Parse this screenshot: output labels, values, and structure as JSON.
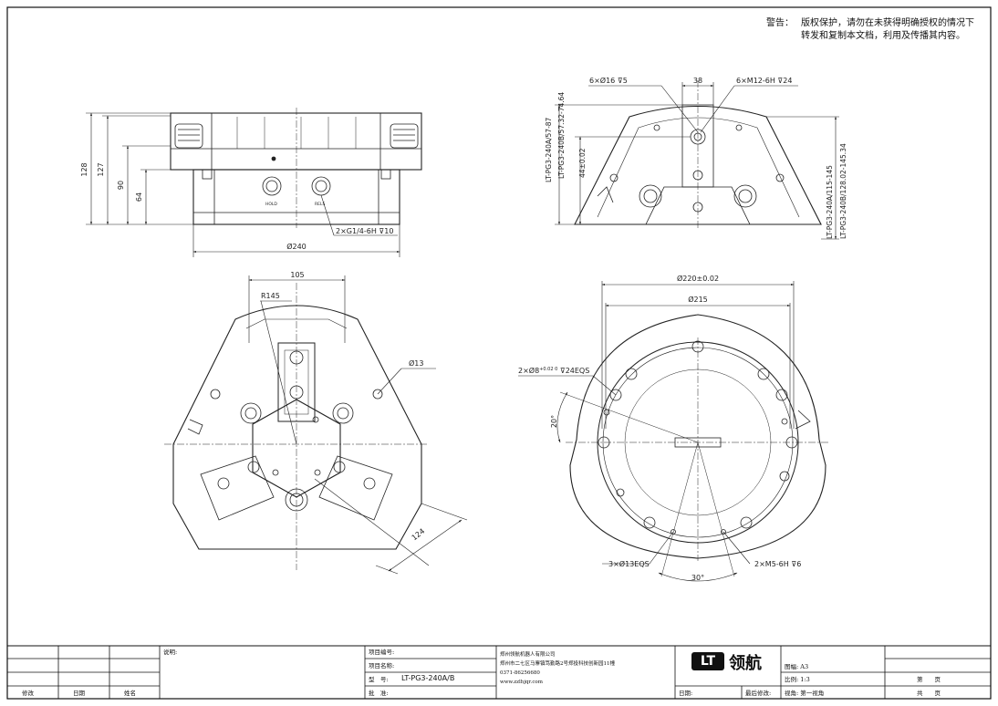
{
  "warning": {
    "label": "警告：",
    "line1": "版权保护，请勿在未获得明确授权的情况下",
    "line2": "转发和复制本文档，利用及传播其内容。"
  },
  "dims": {
    "d128": "128",
    "d127": "127",
    "d90": "90",
    "d64": "64",
    "d240": "Ø240",
    "thread_ports": "2×G1/4-6H",
    "thread_ports_depth": "10",
    "port_a": "HOLD",
    "port_b": "RELS",
    "holes_6x16": "6×Ø16",
    "holes_6x16_depth": "5",
    "d38": "38",
    "m12": "6×M12-6H",
    "m12_depth": "24",
    "travel_a1": "LT-PG3-240A/57-87",
    "travel_a2": "LT-PG3-240B/57.32-74.64",
    "d44": "44±0.02",
    "travel_b1": "LT-PG3-240A/115-145",
    "travel_b2": "LT-PG3-240B/128.02-145.34",
    "d105": "105",
    "r145": "R145",
    "d13": "Ø13",
    "d124": "124",
    "d220": "Ø220±0.02",
    "d215": "Ø215",
    "pin_holes": "2×Ø8",
    "pin_holes_tol": "+0.02 0",
    "pin_holes_depth": "24EQS",
    "ang20": "20°",
    "holes_13": "3×Ø13EQS",
    "m5": "2×M5-6H",
    "m5_depth": "6",
    "ang30": "30°"
  },
  "titleblock": {
    "remark_label": "说明:",
    "col_modify": "修改",
    "col_date": "日期",
    "col_name": "姓名",
    "project_no": "项目编号:",
    "project_name": "项目名称:",
    "model_label": "型　号:",
    "model_value": "LT-PG3-240A/B",
    "approve": "批　准:",
    "company": "郑州领航机器人有限公司",
    "address": "郑州市二七区马寨镇笃勤路2号郑投科技创新园11幢",
    "phone": "0371-86256680",
    "website": "www.zzlhjqr.com",
    "logo_mark": "LT",
    "logo_text": "领航",
    "drawing_size": "图幅: A3",
    "scale": "比例: 1:3",
    "latest_date": "日期:",
    "last_modified": "最后修改:",
    "projection": "视角: 第一视角",
    "sheet_no": "第　　页",
    "sheet_total": "共　　页"
  }
}
